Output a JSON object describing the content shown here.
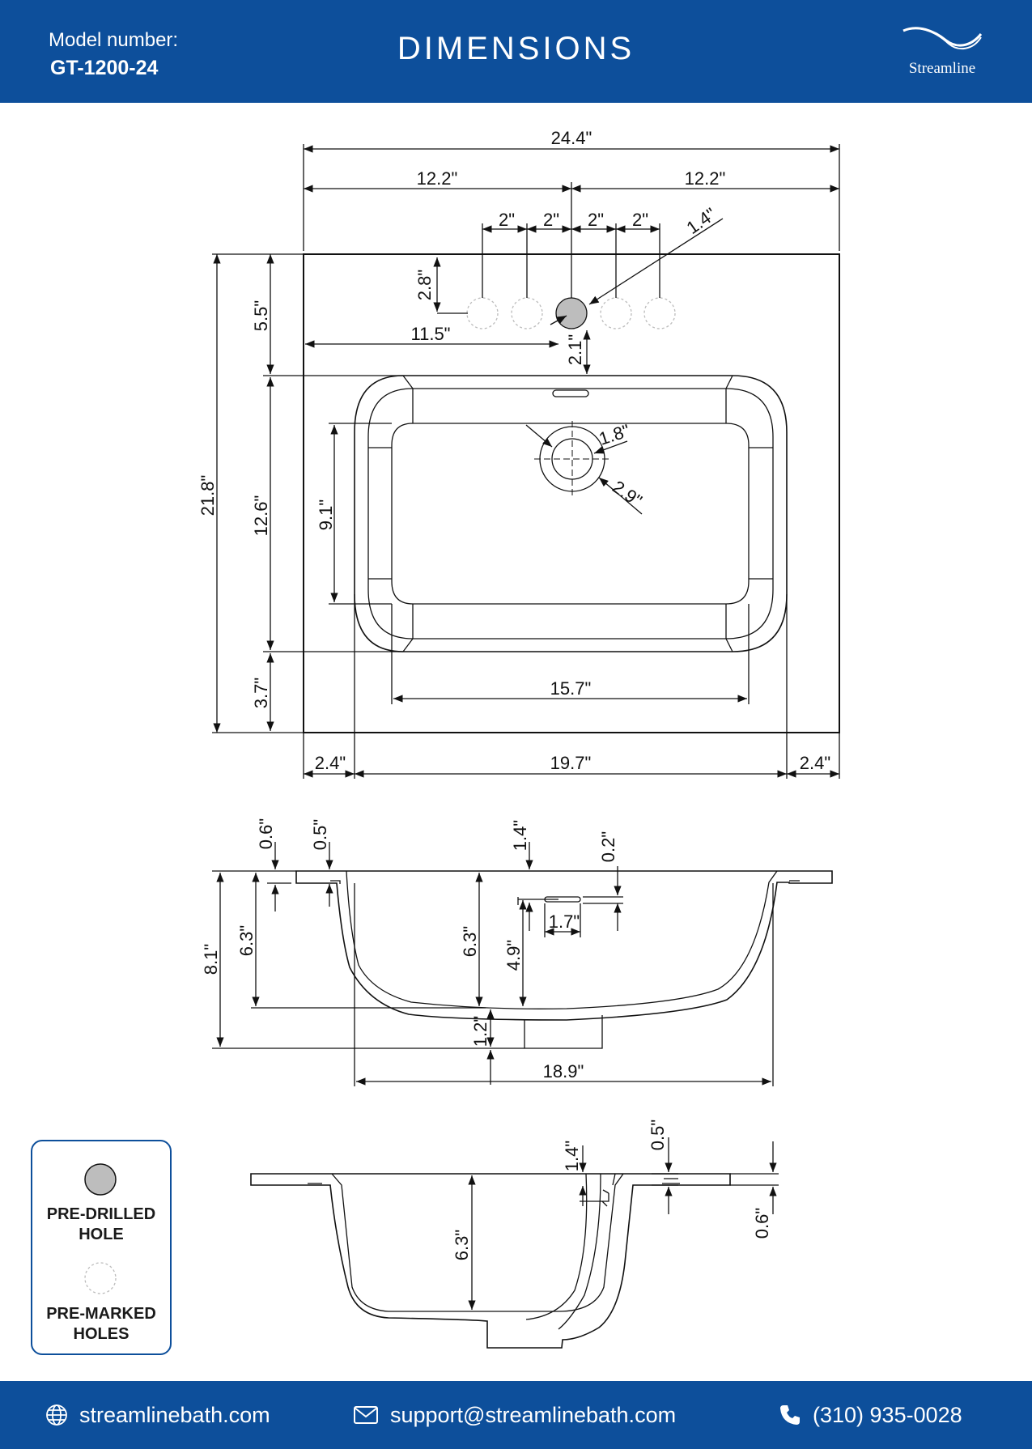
{
  "header": {
    "model_label": "Model number:",
    "model_number": "GT-1200-24",
    "title": "DIMENSIONS",
    "brand": "Streamline"
  },
  "dimensions": {
    "top_view": {
      "overall_width": "24.4\"",
      "half_left": "12.2\"",
      "half_right": "12.2\"",
      "hole_spacing_1": "2\"",
      "hole_spacing_2": "2\"",
      "hole_spacing_3": "2\"",
      "hole_spacing_4": "2\"",
      "faucet_hole_dia": "1.4\"",
      "hole_from_back": "2.8\"",
      "hole_from_left": "11.5\"",
      "hole_to_bowl": "2.1\"",
      "back_deck": "5.5\"",
      "overall_depth": "21.8\"",
      "bowl_depth": "12.6\"",
      "front_deck": "3.7\"",
      "inner_bowl_depth": "9.1\"",
      "drain_inner_dia": "1.8\"",
      "drain_outer_dia": "2.9\"",
      "inner_bowl_width": "15.7\"",
      "left_deck": "2.4\"",
      "bowl_width": "19.7\"",
      "right_deck": "2.4\""
    },
    "front_section": {
      "deck_thickness": "0.6\"",
      "rim_thickness": "0.5\"",
      "overflow_from_top": "1.4\"",
      "overflow_height": "0.2\"",
      "overflow_width": "1.7\"",
      "total_height": "8.1\"",
      "bowl_depth_left": "6.3\"",
      "bowl_depth_center": "6.3\"",
      "overflow_to_bottom": "4.9\"",
      "drain_height": "1.2\"",
      "bottom_width": "18.9\""
    },
    "side_section": {
      "overflow_from_top": "1.4\"",
      "rim_thickness": "0.5\"",
      "deck_thickness": "0.6\"",
      "bowl_depth": "6.3\""
    }
  },
  "legend": {
    "pre_drilled_line1": "PRE-DRILLED",
    "pre_drilled_line2": "HOLE",
    "pre_marked_line1": "PRE-MARKED",
    "pre_marked_line2": "HOLES"
  },
  "footer": {
    "website": "streamlinebath.com",
    "email": "support@streamlinebath.com",
    "phone": "(310) 935-0028"
  },
  "colors": {
    "brand_blue": "#0d4f9b",
    "pre_drilled_fill": "#bdbdbd"
  }
}
